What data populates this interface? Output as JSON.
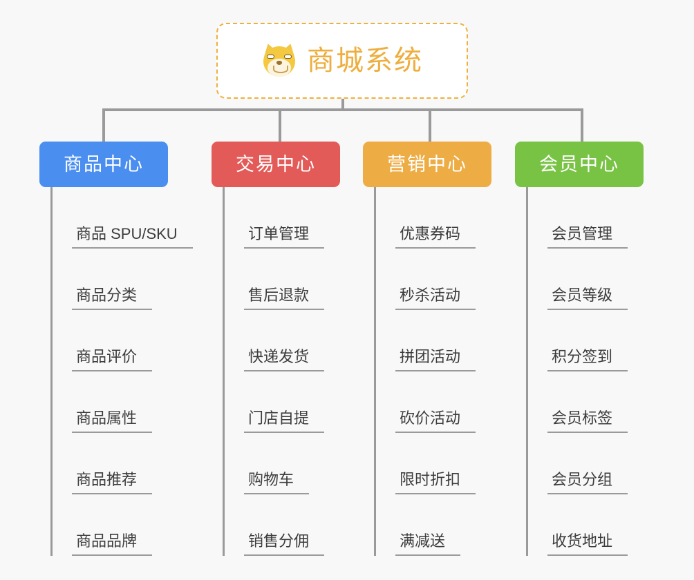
{
  "diagram": {
    "type": "mind-map",
    "background_color": "#f8f8f8",
    "root": {
      "title": "商城系统",
      "icon": "shiba-dog-face-icon",
      "text_color": "#eeae3e",
      "border_color": "#eeb03c",
      "fill_color": "#ffffff"
    },
    "connector_color": "#9a9a9a",
    "categories": [
      {
        "label": "商品中心",
        "color": "#4a8ef0",
        "items": [
          "商品 SPU/SKU",
          "商品分类",
          "商品评价",
          "商品属性",
          "商品推荐",
          "商品品牌"
        ]
      },
      {
        "label": "交易中心",
        "color": "#e35b58",
        "items": [
          "订单管理",
          "售后退款",
          "快递发货",
          "门店自提",
          "购物车",
          "销售分佣"
        ]
      },
      {
        "label": "营销中心",
        "color": "#eeac44",
        "items": [
          "优惠券码",
          "秒杀活动",
          "拼团活动",
          "砍价活动",
          "限时折扣",
          "满减送"
        ]
      },
      {
        "label": "会员中心",
        "color": "#78c344",
        "items": [
          "会员管理",
          "会员等级",
          "积分签到",
          "会员标签",
          "会员分组",
          "收货地址"
        ]
      }
    ]
  }
}
